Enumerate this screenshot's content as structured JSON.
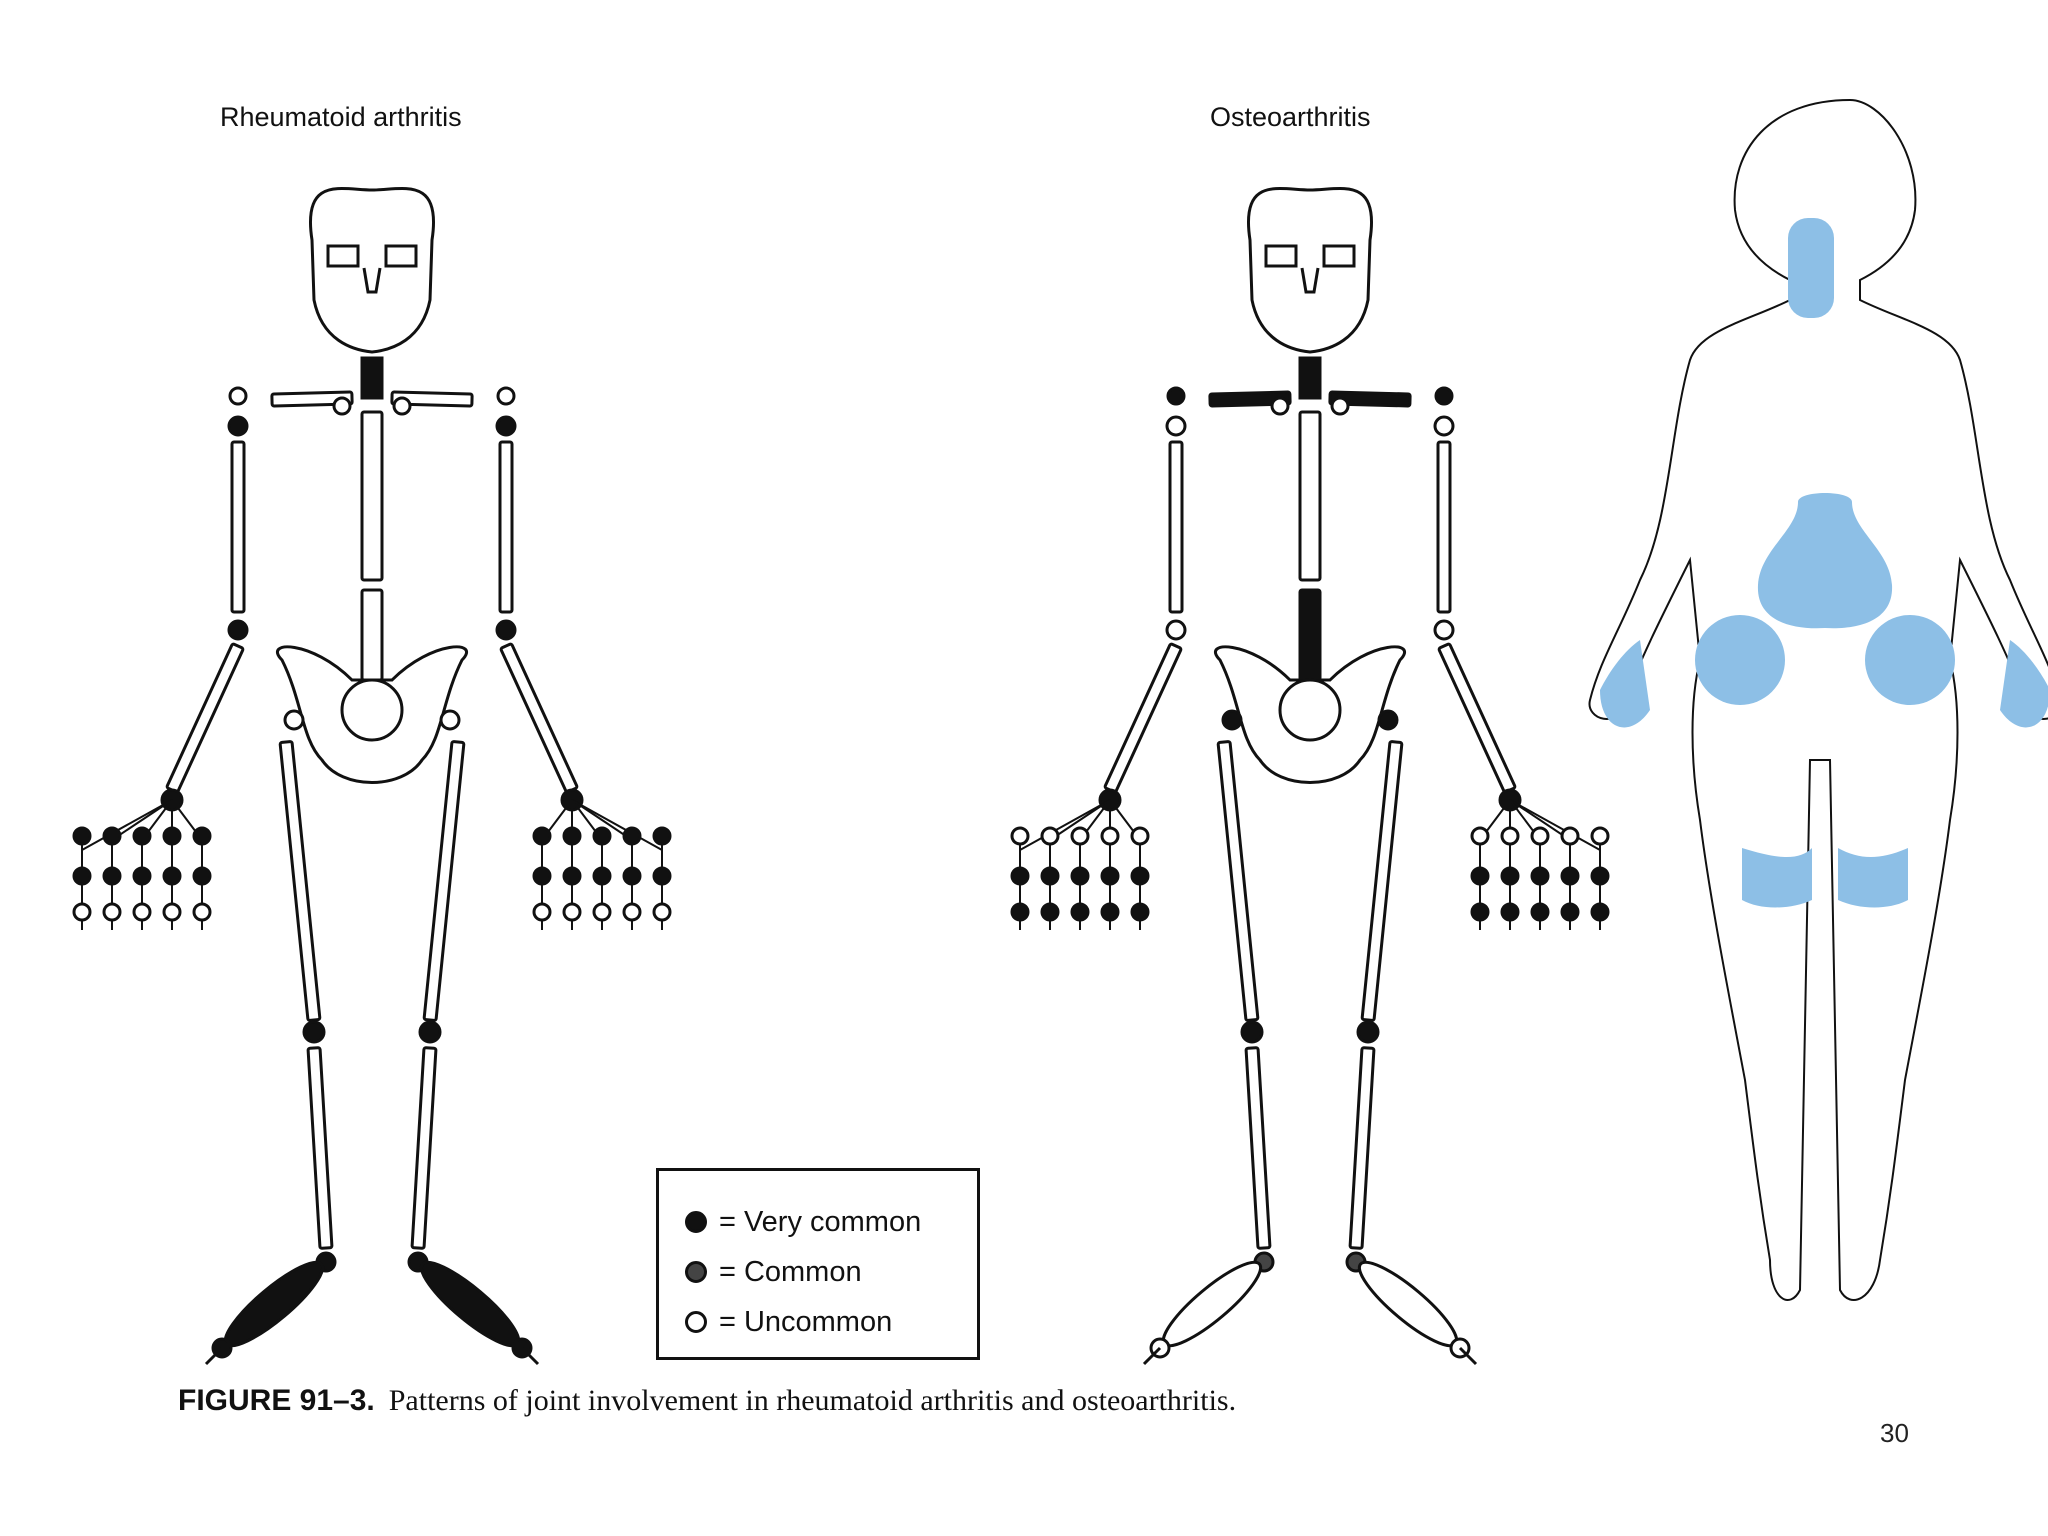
{
  "titles": {
    "rheumatoid": "Rheumatoid arthritis",
    "osteo": "Osteoarthritis"
  },
  "legend": {
    "items": [
      {
        "label": "Very common",
        "marker": "filled"
      },
      {
        "label": "Common",
        "marker": "half"
      },
      {
        "label": "Uncommon",
        "marker": "open"
      }
    ],
    "equals": "="
  },
  "caption": {
    "figure": "FIGURE 91–3.",
    "text": "Patterns of joint involvement in rheumatoid arthritis and osteoarthritis."
  },
  "page_number": "30",
  "colors": {
    "ink": "#111111",
    "very_common": "#111111",
    "common": "#444444",
    "uncommon": "#ffffff",
    "highlight_blue": "#8dbfe6"
  },
  "silhouette_regions": [
    "neck",
    "lower-back",
    "hip-left",
    "hip-right",
    "knee-left",
    "knee-right",
    "hand-left",
    "hand-right"
  ]
}
